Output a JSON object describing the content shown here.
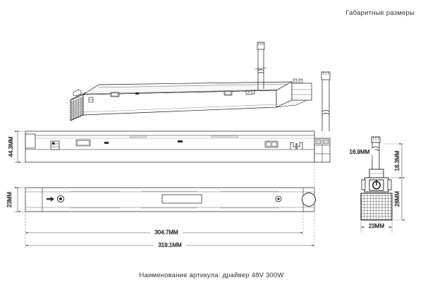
{
  "header": {
    "title": "Габаритные размеры"
  },
  "footer": {
    "caption": "Наименование артикула: драйвер 48V 300W"
  },
  "views": {
    "isometric": {
      "name": "isometric-view",
      "features": [
        "end-grille",
        "status-label",
        "connector-box",
        "cable-pair"
      ]
    },
    "front_elevation": {
      "name": "front-elevation-view",
      "features": [
        "terminal-block",
        "label-plate",
        "indicator",
        "cable"
      ]
    },
    "bottom_plan": {
      "name": "bottom-plan-view",
      "features": [
        "mounting-hole",
        "label-plate",
        "screw"
      ]
    },
    "detail_connector": {
      "name": "connector-detail-view",
      "features": [
        "power-button-icon",
        "grille-mesh",
        "cable"
      ]
    }
  },
  "dimensions": {
    "height_front": "44.3MM",
    "height_plan": "23MM",
    "length_body": "304.7MM",
    "length_overall": "319.1MM",
    "detail_cable_offset": "16.9MM",
    "detail_cable_height": "18.3MM",
    "detail_body_height": "28MM",
    "detail_body_width": "23MM"
  },
  "icons": {
    "power_button": "power-icon",
    "break_symbol": "break-line-icon"
  },
  "colors": {
    "line": "#1a1a1a",
    "dimension_line": "#4a4a4a",
    "construction_line": "#9a9a9a",
    "fill_light": "#f7f7f7",
    "fill_mid": "#d9d9d9",
    "fill_dark": "#2b2b2b",
    "text": "#333333"
  }
}
